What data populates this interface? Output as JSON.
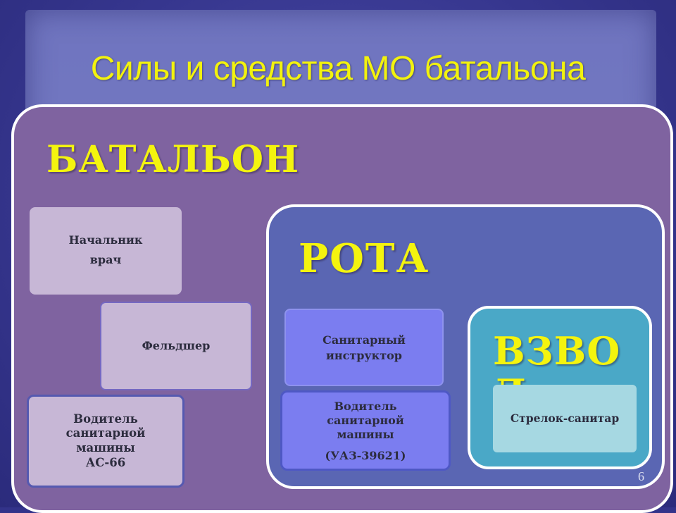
{
  "title": "Силы и средства МО батальона",
  "battalion": {
    "label": "БАТАЛЬОН",
    "chief": [
      "Начальник",
      "врач"
    ],
    "feldsher": "Фельдшер",
    "driver": [
      "Водитель",
      "санитарной",
      "машины",
      "АС-66"
    ]
  },
  "company": {
    "label": "РОТА",
    "sanitary_instructor": [
      "Санитарный",
      "инструктор"
    ],
    "driver": [
      "Водитель",
      "санитарной",
      "машины",
      "(УАЗ-39621)"
    ]
  },
  "platoon": {
    "label": "ВЗВОД",
    "rifleman_medic": "Стрелок-санитар"
  },
  "slide_number": "6",
  "colors": {
    "title": "#f2f20e",
    "battalion_bg": "#7f63a0",
    "company_bg": "#5a66b3",
    "platoon_bg": "#4aa8c7",
    "lavender_box": "#c7b7d6",
    "blue_box": "#7b7df0",
    "cyan_box": "#a6d8e2"
  }
}
